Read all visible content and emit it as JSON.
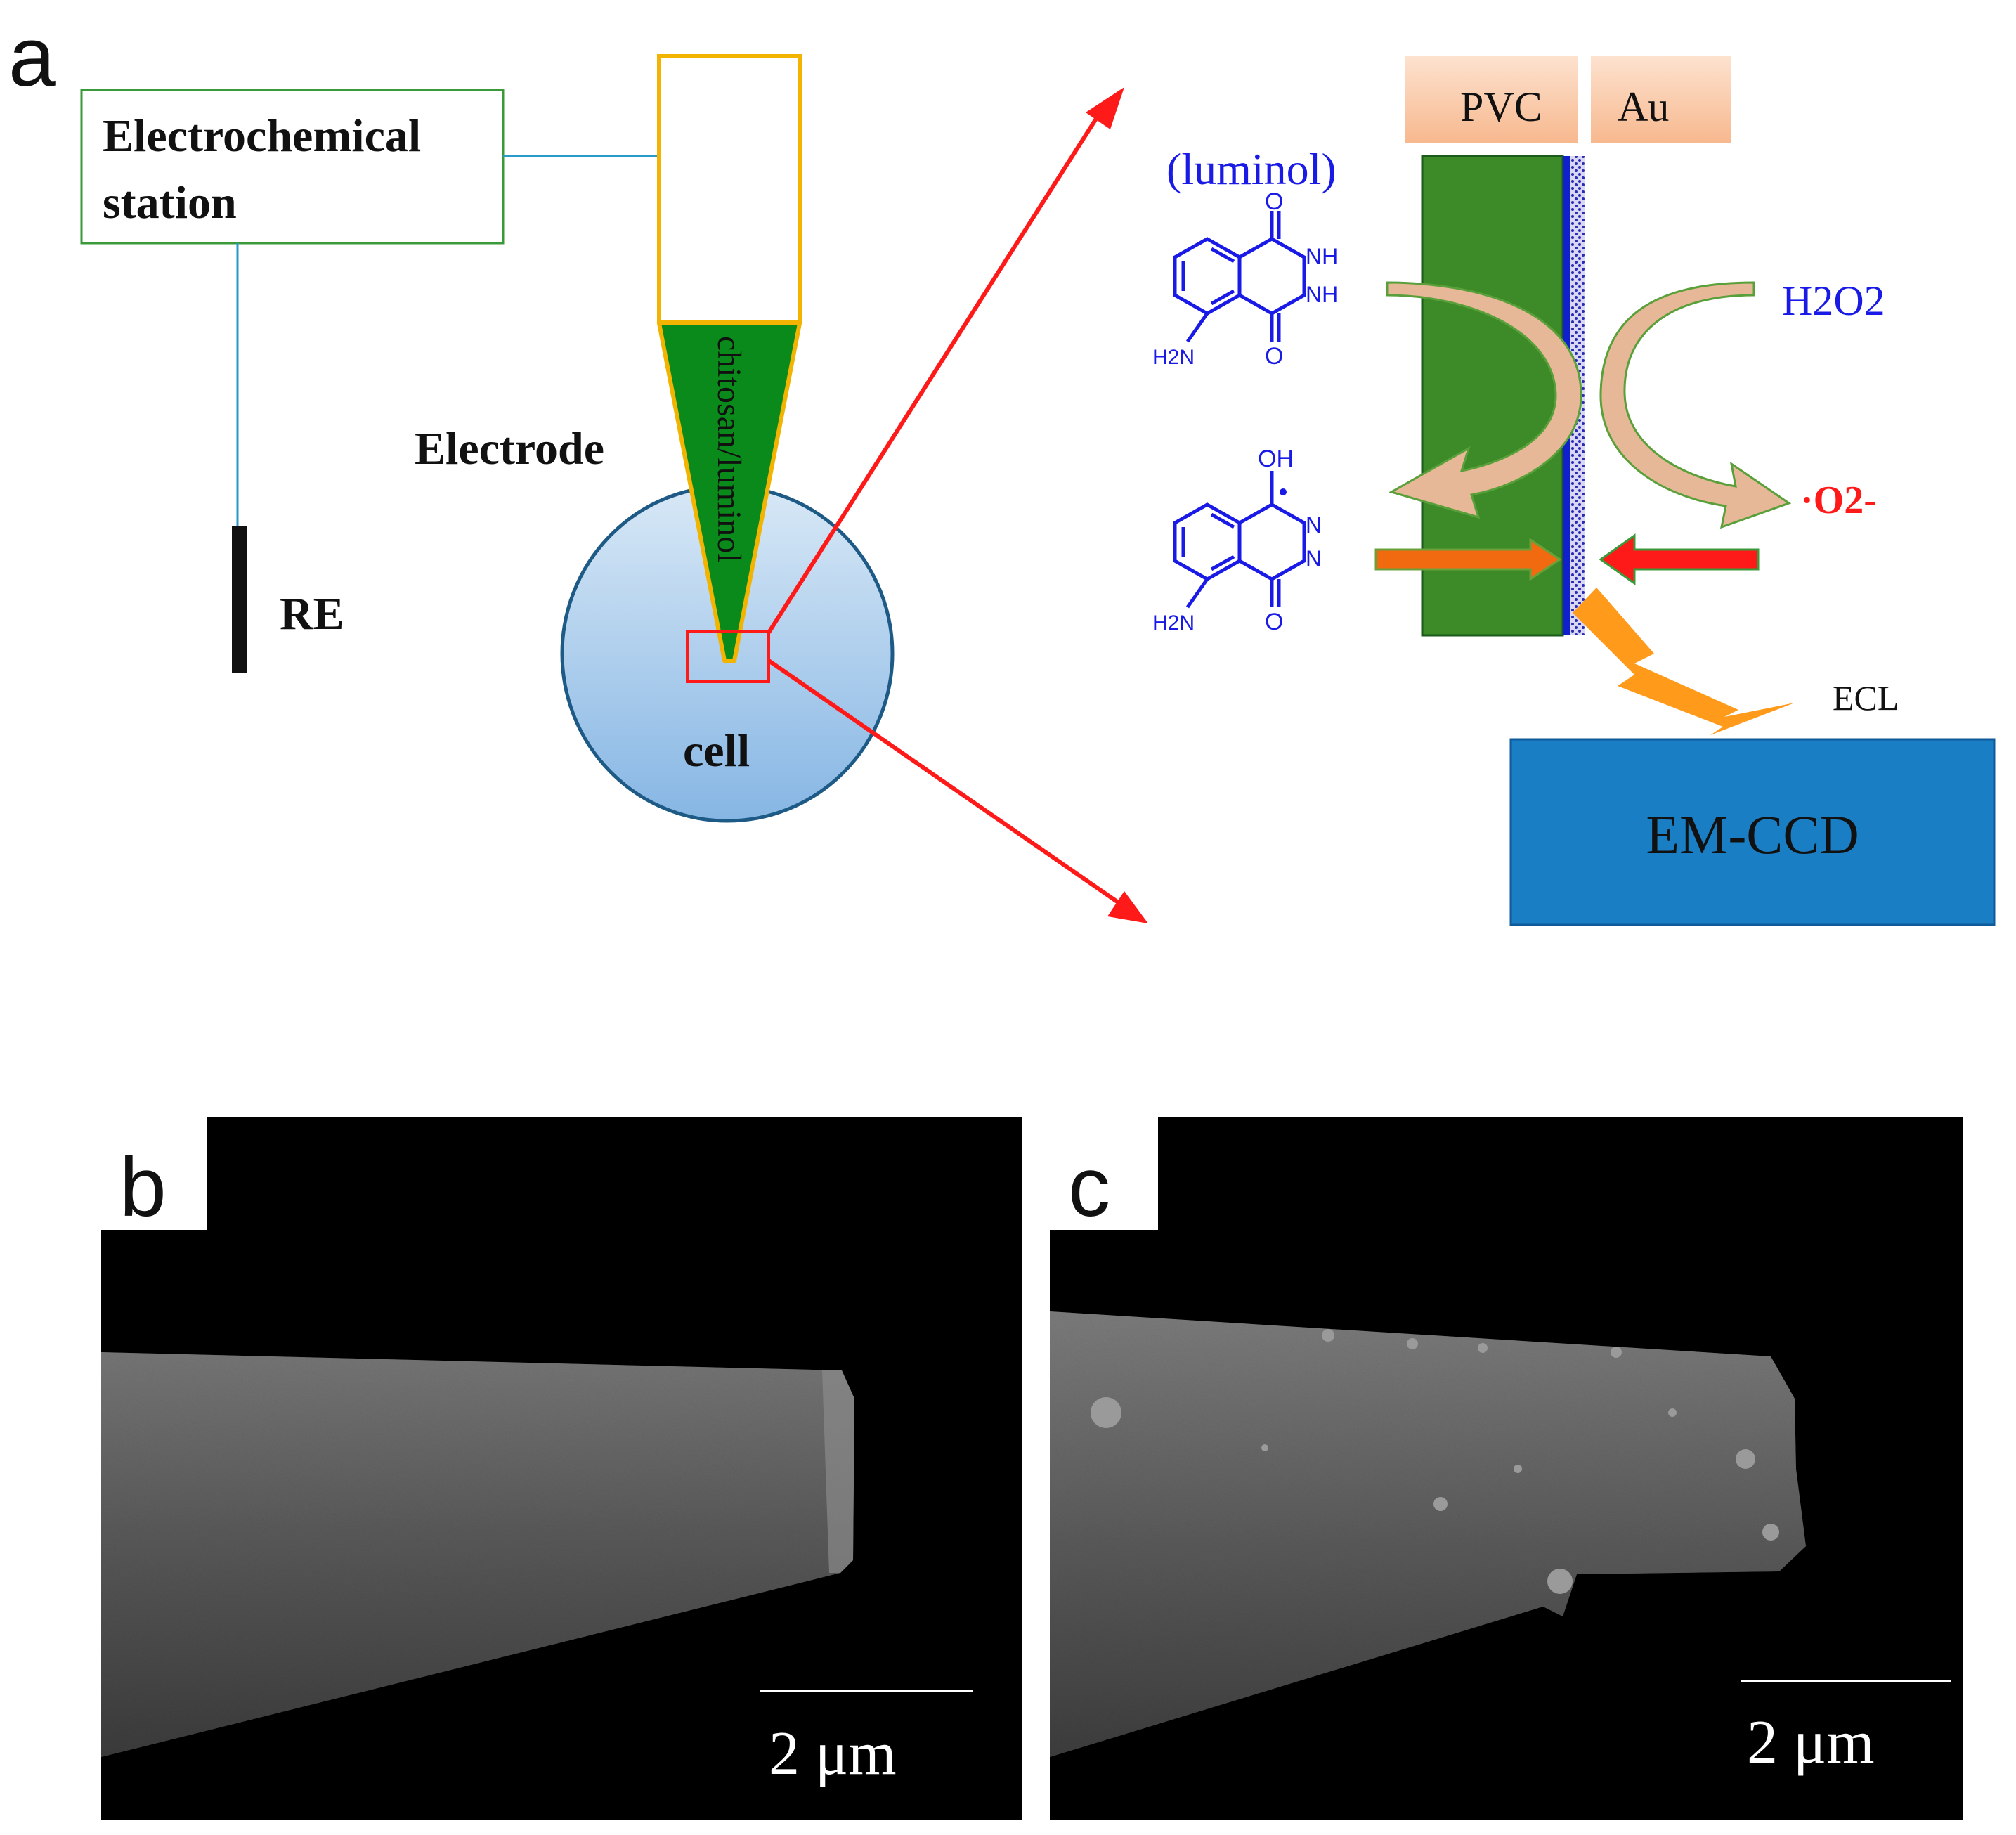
{
  "panel_labels": {
    "a": "a",
    "b": "b",
    "c": "c"
  },
  "schematic": {
    "station_line1": "Electrochemical",
    "station_line2": "station",
    "re_label": "RE",
    "electrode_label": "Electrode",
    "tip_coating_label": "chitosan/luminol",
    "cell_label": "cell"
  },
  "mechanism": {
    "layer_pvc": "PVC",
    "layer_au": "Au",
    "luminol_label": "(luminol)",
    "struct1": {
      "o_top": "O",
      "nh1": "NH",
      "nh2": "NH",
      "o_bottom": "O",
      "h2n": "H2N"
    },
    "struct2": {
      "oh_top": "OH",
      "n1": "N",
      "n2": "N",
      "o_bottom": "O",
      "h2n": "H2N"
    },
    "h2o2_label": "H2O2",
    "superoxide_label": "·O2-",
    "ecl_label": "ECL",
    "detector_label": "EM-CCD"
  },
  "sem": {
    "b_scale": "2 μm",
    "c_scale": "2 μm"
  },
  "colors": {
    "station_border": "#3a9a3a",
    "wire": "#2a9ac8",
    "electrode_border": "#f2b400",
    "coating_green": "#0a8a1a",
    "cell_top": "#d8e8f6",
    "cell_bottom": "#86b6e4",
    "cell_border": "#1e5a86",
    "arrow_red": "#ff1a1a",
    "layer_tab": "#fbc7a4",
    "pvc_green": "#3c8b28",
    "au_blue": "#1020cc",
    "chem_blue": "#1a1ae6",
    "superoxide_red": "#ff1a1a",
    "curved_arrow_fill": "#e7b898",
    "orange_arrow": "#f26a10",
    "lightning": "#ff9a1a",
    "emccd": "#1a7ec4",
    "sem_bg": "#000000"
  }
}
